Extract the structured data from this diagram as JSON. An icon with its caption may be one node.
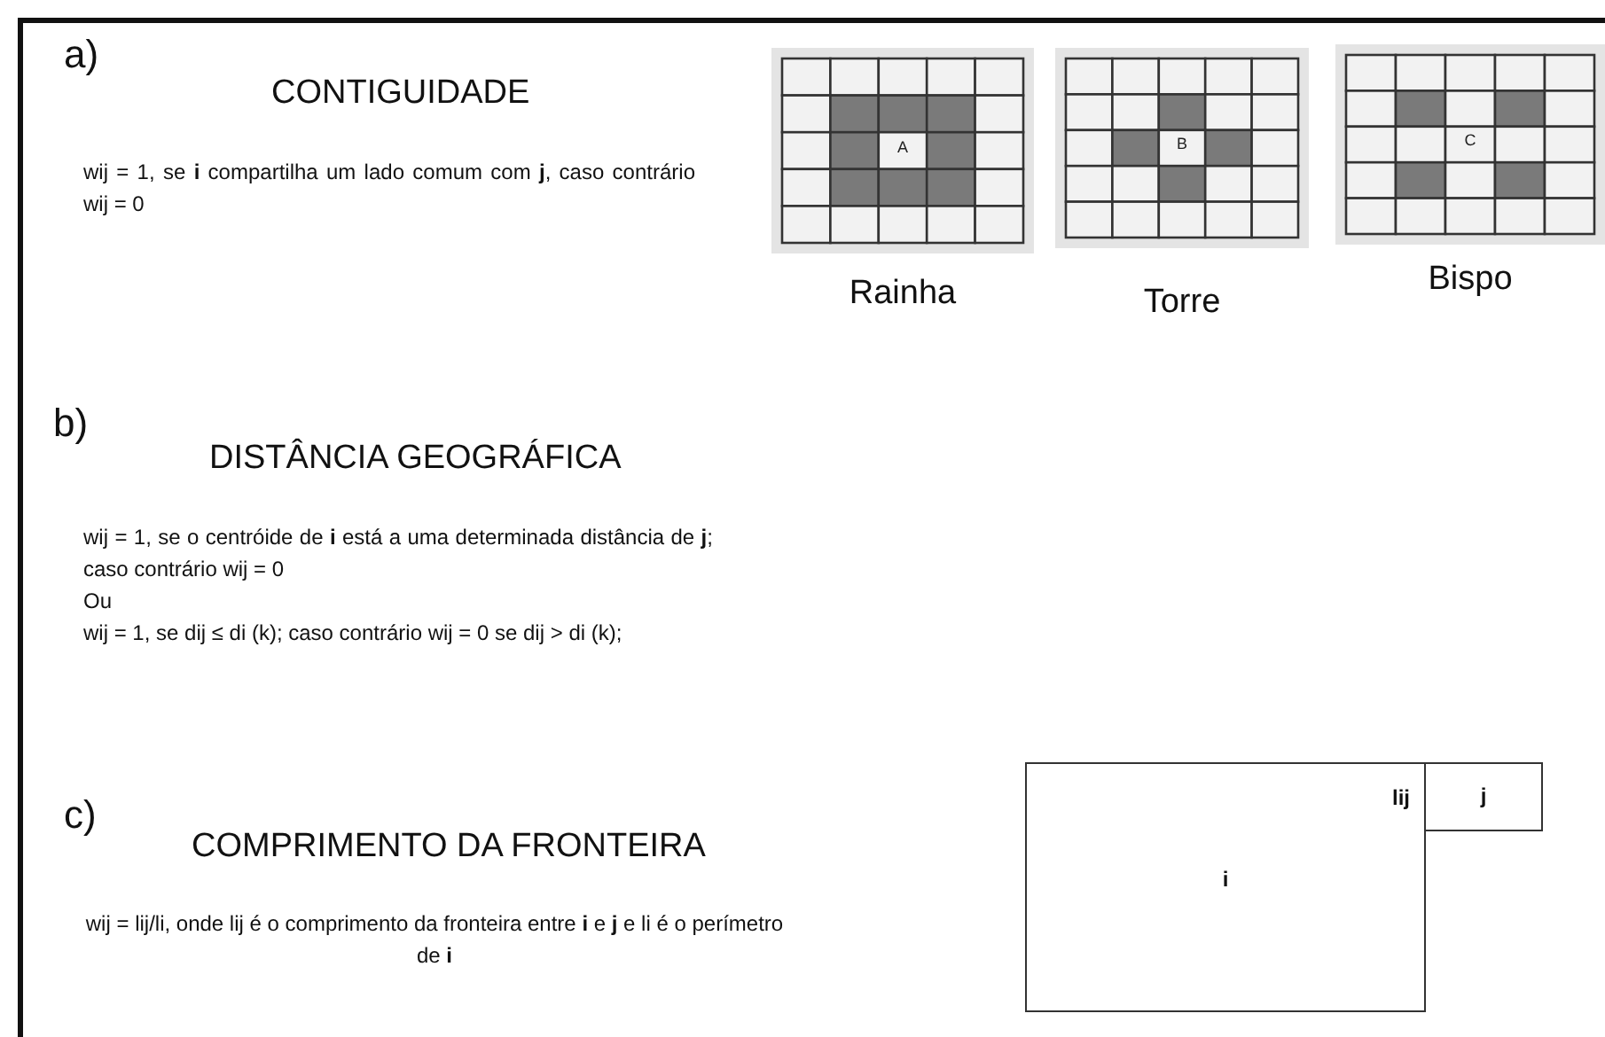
{
  "diagram": {
    "nodes": [
      {
        "text": [
          "A"
        ],
        "beside": [
          "Rainha"
        ]
      },
      {
        "text": [
          "B"
        ],
        "beside": [
          "Torre"
        ]
      },
      {
        "text": [
          "C"
        ],
        "beside": [
          "Bispo"
        ]
      },
      {
        "text": [
          "lij",
          "i"
        ]
      },
      {
        "text": [
          "j"
        ]
      }
    ],
    "edges": [],
    "labels": [
      "a)",
      "CONTIGUIDADE",
      "wij = 1, se **i** compartilha um lado comum com **j**, caso contrário wij = 0",
      "b)",
      "DISTÂNCIA GEOGRÁFICA",
      "wij = 1, se o centróide de **i** está a uma determinada distância de **j**; caso contrário wij = 0",
      "Ou",
      "wij = 1, se dij ≤  di (k); caso contrário wij = 0 se dij > di (k);",
      "c)",
      "COMPRIMENTO DA FRONTEIRA",
      "wij = lij/li, onde lij é o comprimento da fronteira entre **i** e **j** e li é o perímetro de **i**"
    ]
  }
}
